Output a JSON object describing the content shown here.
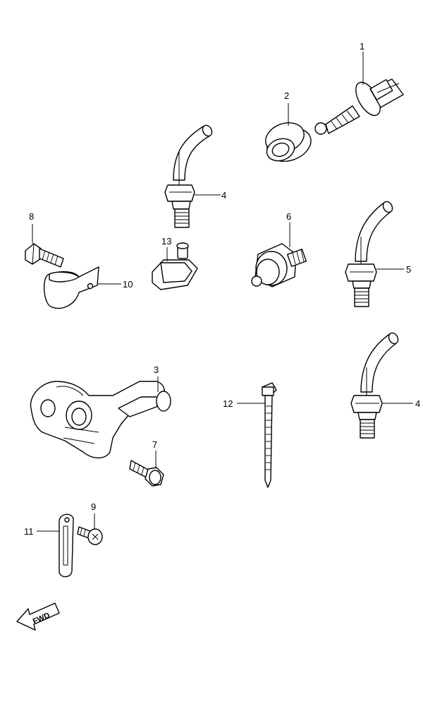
{
  "callouts": {
    "c1": "1",
    "c2": "2",
    "c3": "3",
    "c4a": "4",
    "c4b": "4",
    "c5": "5",
    "c6": "6",
    "c7": "7",
    "c8": "8",
    "c9": "9",
    "c10": "10",
    "c11": "11",
    "c12": "12",
    "c13": "13"
  },
  "fwd_label": "FWD"
}
